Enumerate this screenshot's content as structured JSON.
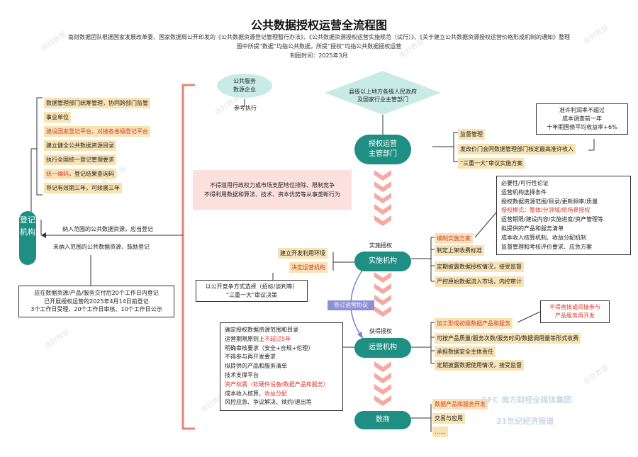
{
  "header": {
    "title": "公共数据授权运营全流程图",
    "line1": "南财数据团队根据国家发展改革委、国家数据局公开印发的《公共数据资源登记管理暂行办法》、《公共数据资源授权运营实施规范（试行）》、《关于建立公共数据资源授权运营价格形成机制的通知》整理",
    "line2": "图中所提“数据”均指公共数据，所提“授权”均指公共数据授权运营",
    "line3": "制图时间：2025年3月"
  },
  "left_list": [
    {
      "text": "数据管理部门统筹管理，协同跨部门监管",
      "style": "y"
    },
    {
      "text": "事业单位",
      "style": "y"
    },
    {
      "text": "建设国家登记平台，对接各省级登记平台",
      "style": "yr"
    },
    {
      "text": "建立健全公共数据资源目录",
      "style": "y"
    },
    {
      "text": "执行全国统一登记管理要求",
      "style": "y"
    },
    {
      "text": "统一编码，登记结果查询码",
      "style": "y",
      "red_part": "统一编码"
    },
    {
      "text": "导记有效期三年，可续展三年",
      "style": "y"
    }
  ],
  "register": {
    "label": "登记机构",
    "in_scope": "纳入范围的公共数据资源，应当登记",
    "out_scope": "未纳入范围的公共数据资源，鼓励登记",
    "box_lines": [
      "应在数据资源/产品/服务交付后20个工作日内登记",
      "已开展授权运营的2025年4月14日前登记",
      "3个工作日受理、20个工作日审核、10个工作日公示"
    ]
  },
  "top": {
    "gov_ellipse": "公共服务\n数源企业",
    "ref": "参考执行",
    "diamond": "县级以上地方各级人民政府\n及国家行业主管部门",
    "authority": "授权运营\n主管部门"
  },
  "authority_tags": [
    "监督管理",
    "发改价门会同数据管理部门核定最高准许收入",
    "“三重一大”审议实施方案"
  ],
  "price_box": [
    "准许利润率不超过",
    "成本调查前一年",
    "十年期国债平均收益率+6%"
  ],
  "prohibition": [
    "不得滥用行政权力或市场支配地位排除、限制竞争",
    "不得利用数据和算法、技术、资本优势等从事垄断行为"
  ],
  "impl_box": [
    {
      "text": "必要性/可行性论证"
    },
    {
      "text": "运营机构选择条件"
    },
    {
      "text": "授权数据资源范围/目录/更新频率/质量"
    },
    {
      "text": "授权模式：整体/分领域/依场景授权",
      "red": true
    },
    {
      "text": "运营期限/建设内容/实施进度/资产管理等"
    },
    {
      "text": "拟提供的产品和服务清单"
    },
    {
      "text": "成本收入核算机制、收益分配机制"
    },
    {
      "text": "监督管理和考核评价要求、应急方案"
    }
  ],
  "impl": {
    "label": "实施机构",
    "top_label": "实施授权",
    "tag_plan": "编制实施方案",
    "tag_rules": "制定上架收费标准",
    "left_tag1": "建立开发利用环境",
    "left_tag2": "决定运营机构",
    "choose_box": [
      "以公开竞争方式选择（招标/谈判等）",
      "“三重一大”审议决策"
    ],
    "right_tag1": "定期披露数据授权情况，接受监督",
    "right_tag2": "严控原始数据流入市场，内控审计"
  },
  "agreement": "签订运营协议",
  "ops": {
    "label": "运营机构",
    "top_label": "获得授权",
    "tag1": "加工形成初级数据产品和服务",
    "forbid": [
      "不得直接或间接参与",
      "产品服务再开发"
    ],
    "tag2": "可按产品质量/服务次数/服务时间/数据调用量等形式收费",
    "tag3": "承担数据安全主体责任",
    "tag4": "定期披露数据使用情况，接受监督",
    "agreement_box": [
      {
        "text": "确定授权数据资源范围和目录"
      },
      {
        "text": "运营期限原则上不超过5年",
        "red_part": "不超过5年"
      },
      {
        "text": "明确审核要求（安全+合规+伦理）"
      },
      {
        "text": "不得参与再开发要求"
      },
      {
        "text": "拟提供的产品和服务清单"
      },
      {
        "text": "技术支撑平台"
      },
      {
        "text": "资产权属（软硬件设备/数据产品和服务）",
        "red": true
      },
      {
        "text": "成本收入核算、收益分配",
        "red_part": "收益分配"
      },
      {
        "text": "风控应急、争议解决、续约/退出等"
      }
    ]
  },
  "merchant": {
    "label": "数商",
    "tags": [
      "数据产品和服务开发",
      "交易与应用",
      "……"
    ]
  },
  "watermark": "南财数据",
  "logos": [
    "SFC 南方财经全媒体集团",
    "21世纪经济报道"
  ],
  "colors": {
    "teal": "#1f8f83",
    "pink": "#e8837a",
    "yellow": "#f8e3b4",
    "red": "#d63b2f"
  }
}
